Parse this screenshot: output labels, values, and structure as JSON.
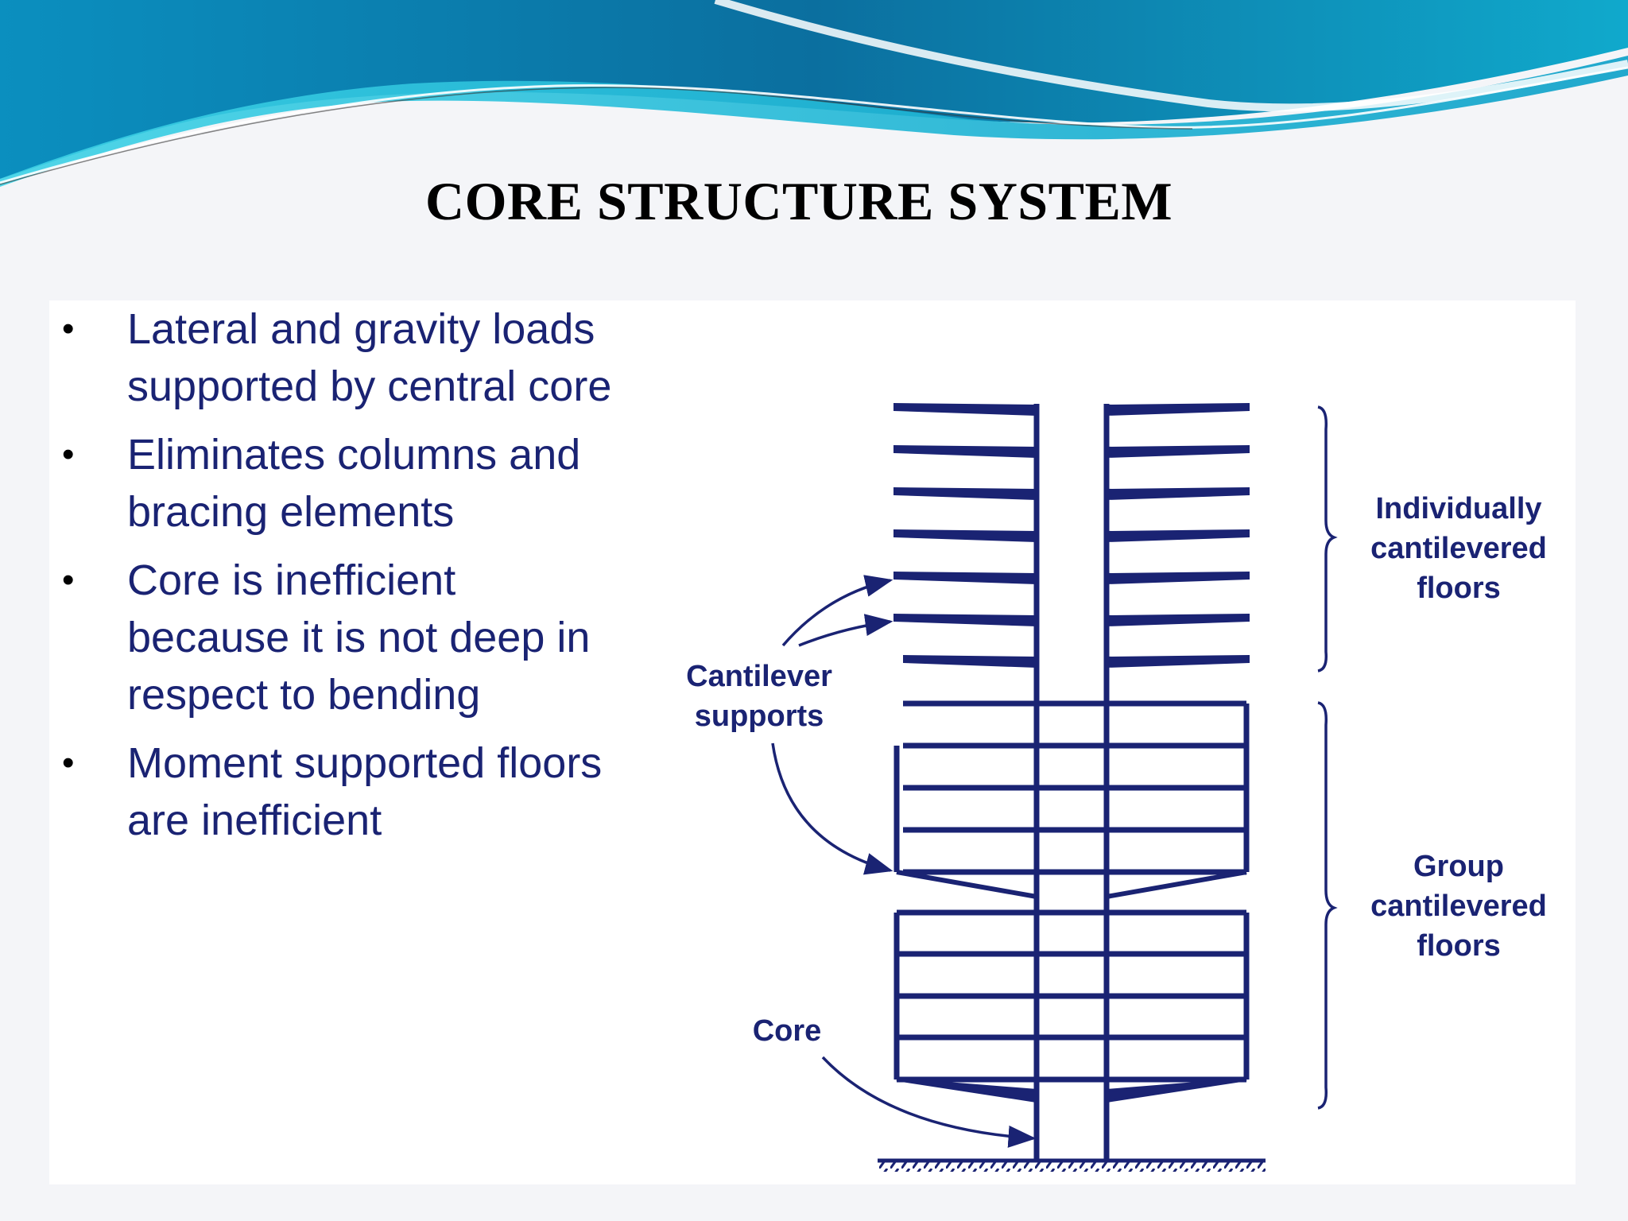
{
  "slide": {
    "title": "CORE STRUCTURE SYSTEM",
    "bullets": [
      "Lateral and gravity loads supported by central core",
      "Eliminates columns and bracing elements",
      "Core is inefficient because it is not deep in respect to bending",
      "Moment supported floors are inefficient"
    ]
  },
  "diagram": {
    "labels": {
      "individually": [
        "Individually",
        "cantilevered",
        "floors"
      ],
      "group": [
        "Group",
        "cantilevered",
        "floors"
      ],
      "cantilever_supports": [
        "Cantilever",
        "supports"
      ],
      "core": "Core"
    },
    "colors": {
      "structure": "#1a2373",
      "banner_dark": "#0a5f8f",
      "banner_light": "#27c2dd"
    }
  }
}
